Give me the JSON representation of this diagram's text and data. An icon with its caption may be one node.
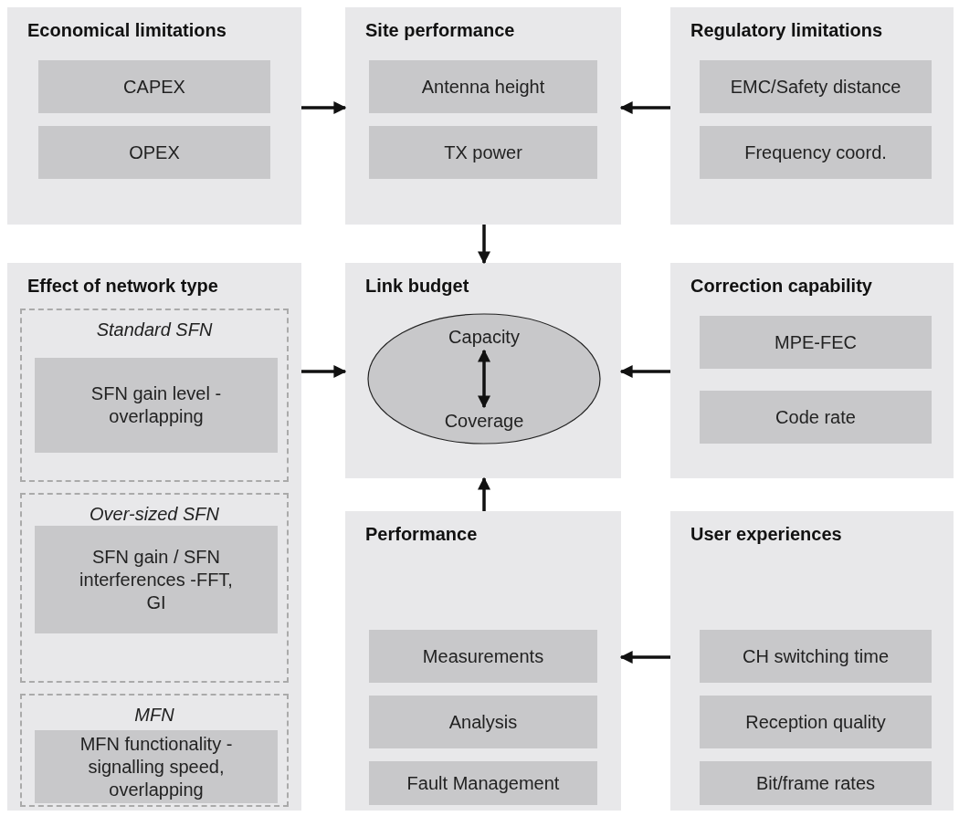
{
  "diagram": {
    "nodes": [
      {
        "text": [
          "Economical limitations"
        ]
      },
      {
        "text": [
          "CAPEX"
        ],
        "in": 0
      },
      {
        "text": [
          "OPEX"
        ],
        "in": 0
      },
      {
        "text": [
          "Site performance"
        ]
      },
      {
        "text": [
          "Antenna height"
        ],
        "in": 3
      },
      {
        "text": [
          "TX power"
        ],
        "in": 3
      },
      {
        "text": [
          "Regulatory limitations"
        ]
      },
      {
        "text": [
          "EMC/Safety distance"
        ],
        "in": 6
      },
      {
        "text": [
          "Frequency coord."
        ],
        "in": 6
      },
      {
        "text": [
          "Effect of network type"
        ]
      },
      {
        "text": [
          "Standard SFN"
        ],
        "in": 9
      },
      {
        "text": [
          "SFN gain level -overlapping"
        ],
        "in": 10
      },
      {
        "text": [
          "Over-sized SFN"
        ],
        "in": 9
      },
      {
        "text": [
          "SFN gain / SFN interferences -FFT, GI"
        ],
        "in": 12
      },
      {
        "text": [
          "MFN"
        ],
        "in": 9
      },
      {
        "text": [
          "MFN functionality -signalling speed, overlapping"
        ],
        "in": 14
      },
      {
        "text": [
          "Link budget"
        ]
      },
      {
        "text": [],
        "shape": "ellipse",
        "in": 16
      },
      {
        "text": [
          "Capacity"
        ],
        "in": 17
      },
      {
        "text": [
          "Coverage"
        ],
        "in": 17
      },
      {
        "text": [
          "Correction capability"
        ]
      },
      {
        "text": [
          "MPE-FEC"
        ],
        "in": 20
      },
      {
        "text": [
          "Code rate"
        ],
        "in": 20
      },
      {
        "text": [
          "Performance"
        ]
      },
      {
        "text": [
          "Measurements"
        ],
        "in": 23
      },
      {
        "text": [
          "Analysis"
        ],
        "in": 23
      },
      {
        "text": [
          "Fault Management"
        ],
        "in": 23
      },
      {
        "text": [
          "User experiences"
        ]
      },
      {
        "text": [
          "CH switching time"
        ],
        "in": 27
      },
      {
        "text": [
          "Reception quality"
        ],
        "in": 27
      },
      {
        "text": [
          "Bit/frame rates"
        ],
        "in": 27
      }
    ],
    "edges": [
      {
        "from": 0,
        "to": 3,
        "arrow": "to"
      },
      {
        "from": 6,
        "to": 3,
        "arrow": "to"
      },
      {
        "from": 3,
        "to": 16,
        "arrow": "to"
      },
      {
        "from": 9,
        "to": 16,
        "arrow": "to"
      },
      {
        "from": 20,
        "to": 16,
        "arrow": "to"
      },
      {
        "from": 23,
        "to": 16,
        "arrow": "to"
      },
      {
        "from": 27,
        "to": 23,
        "arrow": "to"
      },
      {
        "from": 18,
        "to": 19,
        "arrow": "both"
      }
    ]
  }
}
